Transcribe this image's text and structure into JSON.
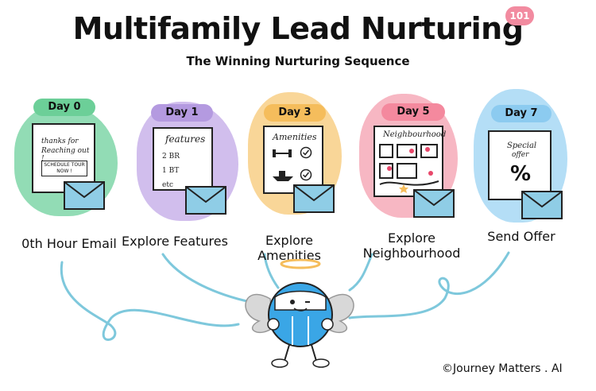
{
  "header": {
    "title": "Multifamily Lead Nurturing",
    "badge": "101",
    "subtitle": "The Winning Nurturing Sequence"
  },
  "steps": [
    {
      "day": "Day 0",
      "label": "0th Hour Email",
      "card_lines": [
        "thanks for",
        "Reaching out !"
      ],
      "card_button": "SCHEDULE TOUR NOW !",
      "color": "#7fd6a8",
      "pill": "#6ccf98"
    },
    {
      "day": "Day 1",
      "label": "Explore Features",
      "card_title": "features",
      "card_lines": [
        "2 BR",
        "1 BT",
        "etc"
      ],
      "color": "#c9b3ea",
      "pill": "#b49ae0"
    },
    {
      "day": "Day 3",
      "label": "Explore Amenities",
      "card_title": "Amenities",
      "color": "#f8cf86",
      "pill": "#f5bd5c"
    },
    {
      "day": "Day 5",
      "label": "Explore Neighbourhood",
      "card_title": "Neighbourhood",
      "color": "#f6aab8",
      "pill": "#f4899e"
    },
    {
      "day": "Day 7",
      "label": "Send Offer",
      "card_lines": [
        "Special",
        "offer",
        "%"
      ],
      "color": "#a7d8f4",
      "pill": "#8ccbf0"
    }
  ],
  "footer": {
    "credit": "©Journey Matters . AI"
  },
  "icons": [
    "envelope-icon",
    "checkmark-icon",
    "dumbbell-icon",
    "boat-icon",
    "map-pin-icon",
    "percent-icon",
    "angel-mascot"
  ]
}
